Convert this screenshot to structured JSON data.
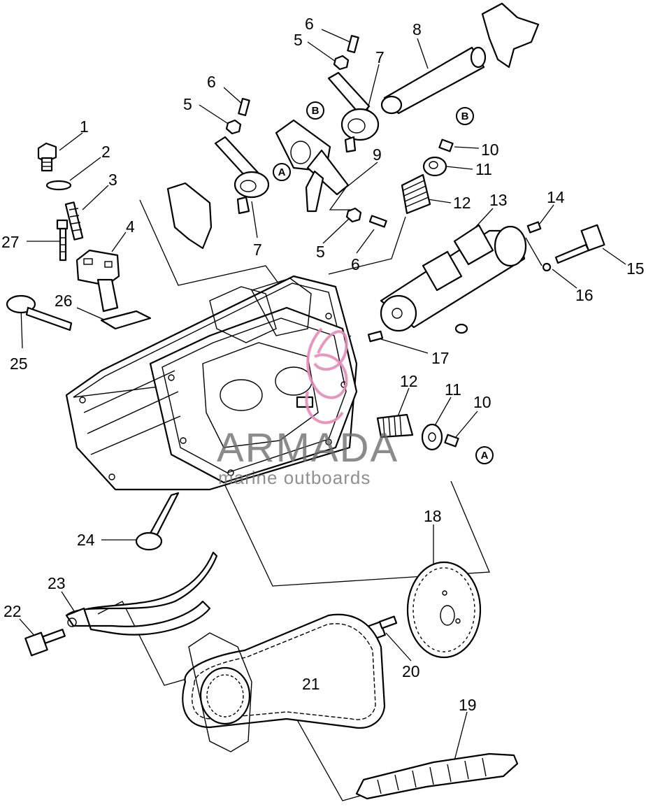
{
  "watermark": {
    "brand": "ARMADA",
    "tagline": "marine outboards",
    "logo_color": "#e58bb8",
    "brand_color": "#6b6b6b"
  },
  "callouts": [
    {
      "id": "c1",
      "text": "1"
    },
    {
      "id": "c2",
      "text": "2"
    },
    {
      "id": "c3",
      "text": "3"
    },
    {
      "id": "c4",
      "text": "4"
    },
    {
      "id": "c5a",
      "text": "5"
    },
    {
      "id": "c5b",
      "text": "5"
    },
    {
      "id": "c5c",
      "text": "5"
    },
    {
      "id": "c6a",
      "text": "6"
    },
    {
      "id": "c6b",
      "text": "6"
    },
    {
      "id": "c6c",
      "text": "6"
    },
    {
      "id": "c7a",
      "text": "7"
    },
    {
      "id": "c7b",
      "text": "7"
    },
    {
      "id": "c8",
      "text": "8"
    },
    {
      "id": "c9",
      "text": "9"
    },
    {
      "id": "c10a",
      "text": "10"
    },
    {
      "id": "c10b",
      "text": "10"
    },
    {
      "id": "c11a",
      "text": "11"
    },
    {
      "id": "c11b",
      "text": "11"
    },
    {
      "id": "c12a",
      "text": "12"
    },
    {
      "id": "c12b",
      "text": "12"
    },
    {
      "id": "c13",
      "text": "13"
    },
    {
      "id": "c14",
      "text": "14"
    },
    {
      "id": "c15",
      "text": "15"
    },
    {
      "id": "c16",
      "text": "16"
    },
    {
      "id": "c17",
      "text": "17"
    },
    {
      "id": "c18",
      "text": "18"
    },
    {
      "id": "c19",
      "text": "19"
    },
    {
      "id": "c20",
      "text": "20"
    },
    {
      "id": "c21",
      "text": "21"
    },
    {
      "id": "c22",
      "text": "22"
    },
    {
      "id": "c23",
      "text": "23"
    },
    {
      "id": "c24",
      "text": "24"
    },
    {
      "id": "c25",
      "text": "25"
    },
    {
      "id": "c26",
      "text": "26"
    },
    {
      "id": "c27",
      "text": "27"
    }
  ],
  "references": [
    {
      "id": "rA1",
      "text": "A"
    },
    {
      "id": "rA2",
      "text": "A"
    },
    {
      "id": "rB1",
      "text": "B"
    },
    {
      "id": "rB2",
      "text": "B"
    }
  ]
}
